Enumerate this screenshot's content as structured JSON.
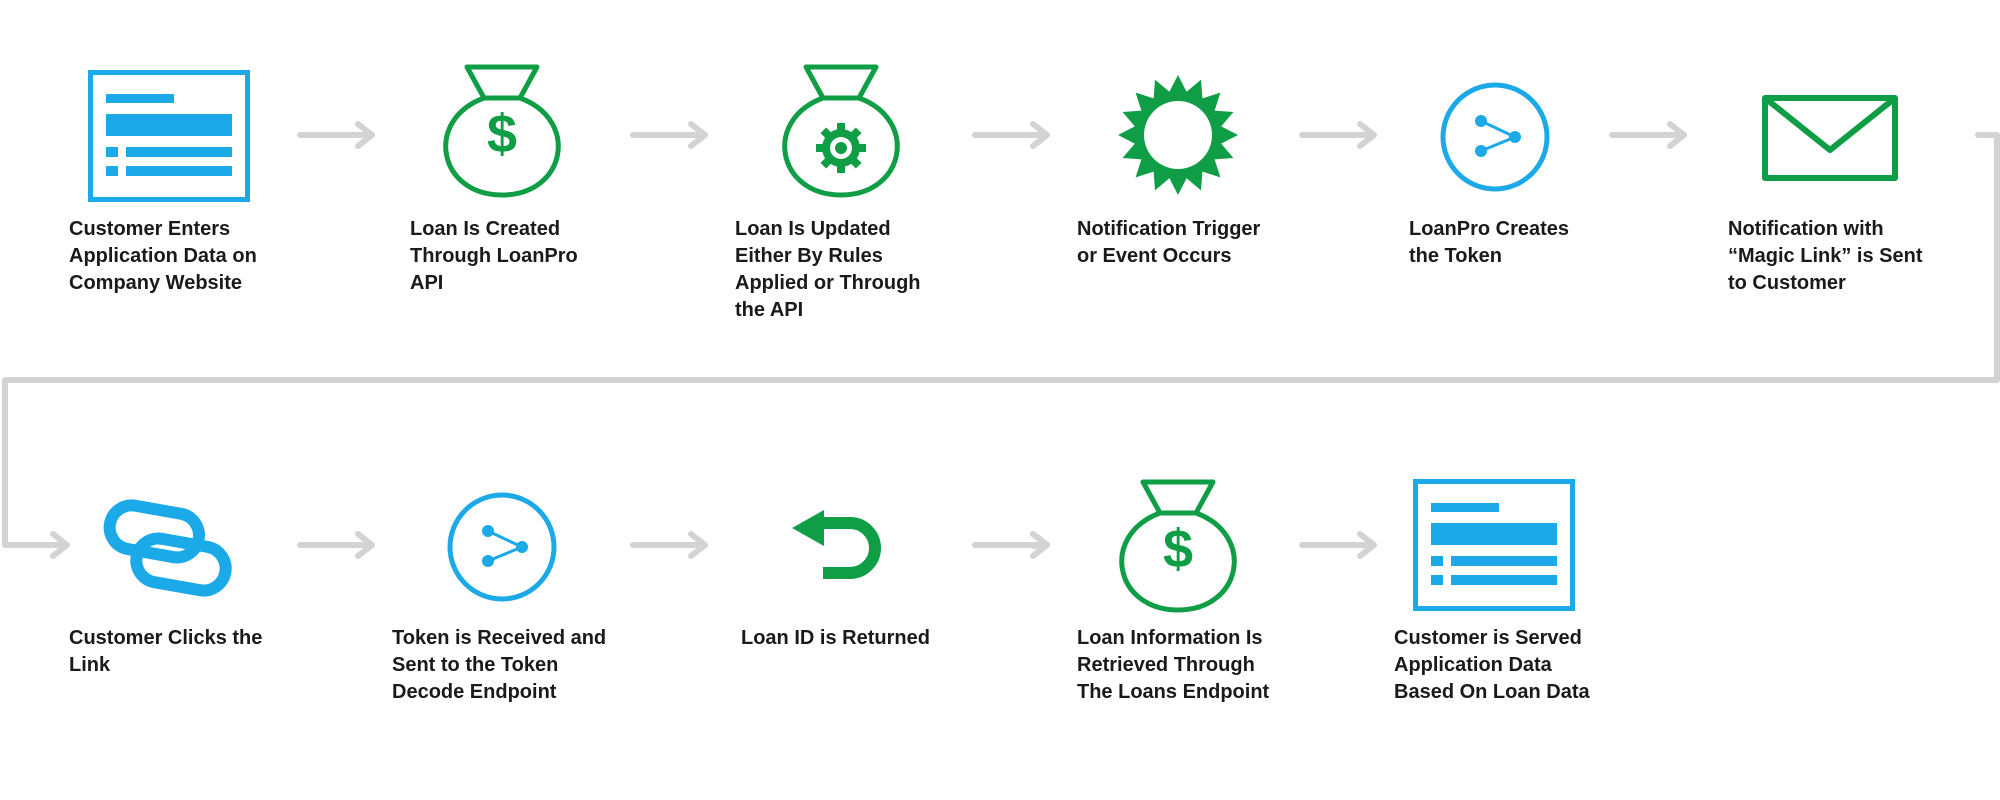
{
  "colors": {
    "blue": "#1ba9e8",
    "green": "#0f9d45",
    "connector": "#d3d3d3",
    "text": "#1a1a1a"
  },
  "steps": [
    {
      "label": "Customer Enters\nApplication Data on\nCompany Website",
      "icon": "form-icon"
    },
    {
      "label": "Loan Is Created\nThrough LoanPro\nAPI",
      "icon": "money-bag-icon"
    },
    {
      "label": "Loan Is Updated\nEither By Rules\nApplied or Through\nthe API",
      "icon": "money-bag-gear-icon"
    },
    {
      "label": "Notification Trigger\nor Event Occurs",
      "icon": "burst-icon"
    },
    {
      "label": "LoanPro Creates\nthe Token",
      "icon": "share-token-icon"
    },
    {
      "label": "Notification with\n“Magic Link” is Sent\nto Customer",
      "icon": "envelope-icon"
    },
    {
      "label": "Customer Clicks the\nLink",
      "icon": "chain-link-icon"
    },
    {
      "label": "Token is Received and\nSent to the Token\nDecode Endpoint",
      "icon": "share-token-icon"
    },
    {
      "label": "Loan ID is Returned",
      "icon": "return-arrow-icon"
    },
    {
      "label": "Loan Information Is\nRetrieved Through\nThe Loans Endpoint",
      "icon": "money-bag-icon"
    },
    {
      "label": "Customer is Served\nApplication Data\nBased On Loan Data",
      "icon": "form-icon"
    }
  ]
}
